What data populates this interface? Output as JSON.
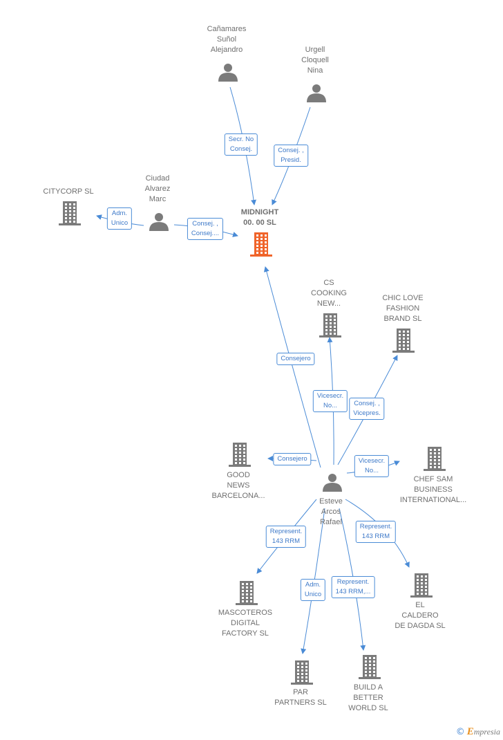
{
  "colors": {
    "edge": "#4a8bd6",
    "node_icon": "#7b7b7b",
    "focus_icon": "#f0642a",
    "label": "#6f6f6f"
  },
  "nodes": [
    {
      "id": "midnight",
      "kind": "company",
      "focus": true,
      "label_lines": [
        "MIDNIGHT",
        "00. 00  SL"
      ]
    },
    {
      "id": "canamares",
      "kind": "person",
      "label_lines": [
        "Cañamares",
        "Suñol",
        "Alejandro"
      ]
    },
    {
      "id": "urgell",
      "kind": "person",
      "label_lines": [
        "Urgell",
        "Cloquell",
        "Nina"
      ]
    },
    {
      "id": "ciudad",
      "kind": "person",
      "label_lines": [
        "Ciudad",
        "Alvarez",
        "Marc"
      ]
    },
    {
      "id": "citycorp",
      "kind": "company",
      "label_lines": [
        "CITYCORP  SL"
      ]
    },
    {
      "id": "cs_cooking",
      "kind": "company",
      "label_lines": [
        "CS",
        "COOKING",
        "NEW..."
      ]
    },
    {
      "id": "chic_love",
      "kind": "company",
      "label_lines": [
        "CHIC LOVE",
        "FASHION",
        "BRAND  SL"
      ]
    },
    {
      "id": "good_news",
      "kind": "company",
      "label_lines": [
        "GOOD",
        "NEWS",
        "BARCELONA..."
      ]
    },
    {
      "id": "chef_sam",
      "kind": "company",
      "label_lines": [
        "CHEF SAM",
        "BUSINESS",
        "INTERNATIONAL..."
      ]
    },
    {
      "id": "esteve",
      "kind": "person",
      "label_lines": [
        "Esteve",
        "Arcos",
        "Rafael"
      ]
    },
    {
      "id": "mascoteros",
      "kind": "company",
      "label_lines": [
        "MASCOTEROS",
        "DIGITAL",
        "FACTORY  SL"
      ]
    },
    {
      "id": "el_caldero",
      "kind": "company",
      "label_lines": [
        "EL",
        "CALDERO",
        "DE DAGDA  SL"
      ]
    },
    {
      "id": "par_partners",
      "kind": "company",
      "label_lines": [
        "PAR",
        "PARTNERS  SL"
      ]
    },
    {
      "id": "build_better",
      "kind": "company",
      "label_lines": [
        "BUILD A",
        "BETTER",
        "WORLD  SL"
      ]
    }
  ],
  "edges": [
    {
      "from": "canamares",
      "to": "midnight",
      "label_lines": [
        "Secr.  No",
        "Consej."
      ]
    },
    {
      "from": "urgell",
      "to": "midnight",
      "label_lines": [
        "Consej. ,",
        "Presid."
      ]
    },
    {
      "from": "ciudad",
      "to": "midnight",
      "label_lines": [
        "Consej. ,",
        "Consej...."
      ]
    },
    {
      "from": "ciudad",
      "to": "citycorp",
      "label_lines": [
        "Adm.",
        "Unico"
      ]
    },
    {
      "from": "esteve",
      "to": "midnight",
      "label_lines": [
        "Consejero"
      ]
    },
    {
      "from": "esteve",
      "to": "cs_cooking",
      "label_lines": [
        "Vicesecr.",
        "No..."
      ]
    },
    {
      "from": "esteve",
      "to": "chic_love",
      "label_lines": [
        "Consej. ,",
        "Vicepres."
      ]
    },
    {
      "from": "esteve",
      "to": "good_news",
      "label_lines": [
        "Consejero"
      ]
    },
    {
      "from": "esteve",
      "to": "chef_sam",
      "label_lines": [
        "Vicesecr.",
        "No..."
      ]
    },
    {
      "from": "esteve",
      "to": "mascoteros",
      "label_lines": [
        "Represent.",
        "143 RRM"
      ]
    },
    {
      "from": "esteve",
      "to": "el_caldero",
      "label_lines": [
        "Represent.",
        "143 RRM"
      ]
    },
    {
      "from": "esteve",
      "to": "par_partners",
      "label_lines": [
        "Adm.",
        "Unico"
      ]
    },
    {
      "from": "esteve",
      "to": "build_better",
      "label_lines": [
        "Represent.",
        "143 RRM,..."
      ]
    }
  ],
  "watermark": {
    "symbol": "©",
    "brand_initial": "E",
    "brand_rest": "mpresia"
  }
}
